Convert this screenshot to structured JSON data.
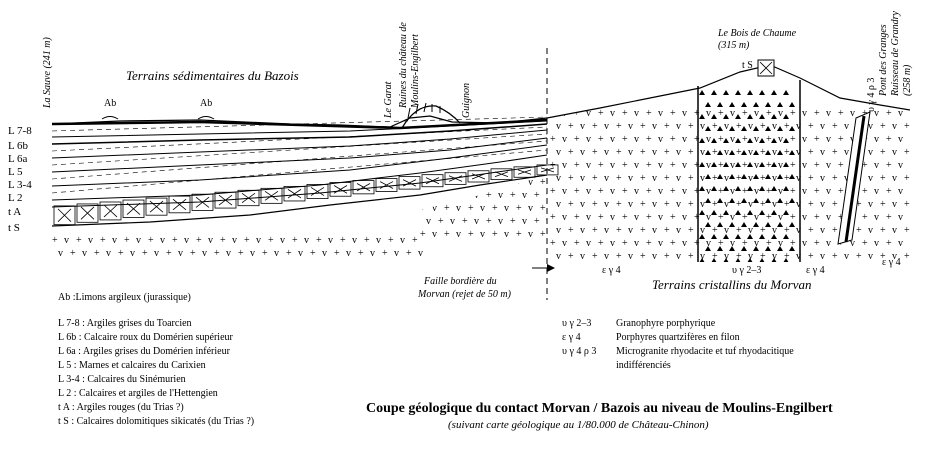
{
  "title": "Coupe géologique du contact Morvan / Bazois au niveau de Moulins-Engilbert",
  "subtitle": "(suivant carte géologique au 1/80.000 de Château-Chinon)",
  "regions": {
    "bazois": "Terrains sédimentaires du Bazois",
    "morvan": "Terrains cristallins du Morvan"
  },
  "places": {
    "la_sauve": "La Sauve (241 m)",
    "le_garat": "Le Garat",
    "ruines_1": "Ruines du château de",
    "ruines_2": "Moulins-Engilbert",
    "guignon": "Guignon",
    "bois_1": "Le Bois de Chaume",
    "bois_2": "(315 m)",
    "pont_1": "Pont des Granges",
    "pont_2": "Ruisseau de Grandry",
    "pont_3": "(258 m)"
  },
  "faille": {
    "line1": "Faille bordière du",
    "line2": "Morvan (rejet de 50 m)"
  },
  "strata_labels": [
    "L 7-8",
    "L 6b",
    "L 6a",
    "L 5",
    "L 3-4",
    "L 2",
    "t A",
    "t S"
  ],
  "map_labels": {
    "ab1": "Ab",
    "ab2": "Ab",
    "ts_top": "t S",
    "gamma4_a": "ε γ 4",
    "gamma23": "υ γ 2–3",
    "gamma4_b": "ε γ 4",
    "gamma4_c": "ε γ 4",
    "gamma4rho3": "υ γ 4 ρ 3"
  },
  "legend_left": [
    "Ab :Limons argileux (jurassique)",
    "L 7-8 : Argiles grises du Toarcien",
    "L 6b : Calcaire roux  du Domérien supérieur",
    "L 6a : Argiles grises du Domérien inférieur",
    "L 5 : Marnes et calcaires du Carixien",
    "L 3-4 : Calcaires du Sinémurien",
    "L 2 : Calcaires et argiles de l'Hettengien",
    "t A : Argiles rouges (du Trias ?)",
    "t S : Calcaires dolomitiques sikicatés (du Trias ?)"
  ],
  "legend_right": [
    {
      "sym": "υ γ 2–3",
      "desc": "Granophyre porphyrique"
    },
    {
      "sym": "ε γ 4",
      "desc": "Porphyres quartzifères en filon"
    },
    {
      "sym": "υ γ 4 ρ 3",
      "desc": "Microgranite rhyodacite et tuf rhyodacitique"
    },
    {
      "sym": "",
      "desc": "indifférenciés"
    }
  ]
}
